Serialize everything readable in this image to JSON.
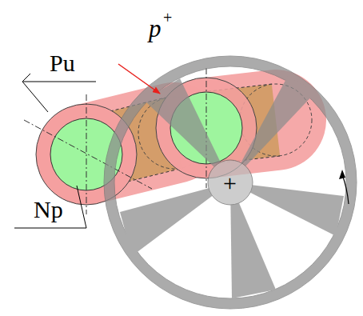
{
  "diagram": {
    "labels": [
      "Pu",
      "Np",
      "p",
      "+",
      "+"
    ]
  }
}
